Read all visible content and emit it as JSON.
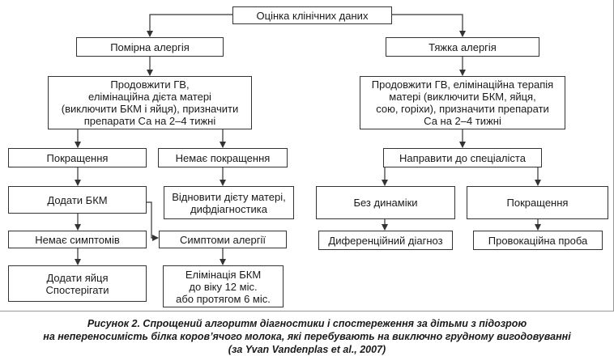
{
  "diagram": {
    "nodes": {
      "root": "Оцінка клінічних даних",
      "moderate": "Помірна алергія",
      "severe": "Тяжка алергія",
      "moderate_action": "Продовжити ГВ,\nелімінаційна дієта матері\n(виключити БКМ і яйця), призначити\nпрепарати Са на 2–4 тижні",
      "severe_action": "Продовжити ГВ, елімінаційна терапія\nматері (виключити БКМ, яйця,\nсою, горіхи), призначити препарати\nСа на 2–4 тижні",
      "improvement_left": "Покращення",
      "no_improvement": "Немає покращення",
      "refer_specialist": "Направити до спеціаліста",
      "add_cmp": "Додати БКМ",
      "restore_diet": "Відновити дієту матері,\nдифдіагностика",
      "no_dynamics": "Без динаміки",
      "improvement_right": "Покращення",
      "no_symptoms": "Немає симптомів",
      "allergy_symptoms": "Симптоми алергії",
      "differential_dx": "Диференційний діагноз",
      "provocation_test": "Провокаційна проба",
      "add_eggs": "Додати яйця\nСпостерігати",
      "elimination_cmp": "Елімінація БКМ\nдо віку 12 міс.\nабо протягом 6 міс."
    }
  },
  "caption": {
    "line1": "Рисунок 2. Спрощений алгоритм діагностики і спостереження за дітьми з підозрою",
    "line2": "на непереносимість білка коров’ячого молока, які перебувають на виключно грудному вигодовуванні",
    "line3": "(за Yvan Vandenplas et al., 2007)"
  }
}
